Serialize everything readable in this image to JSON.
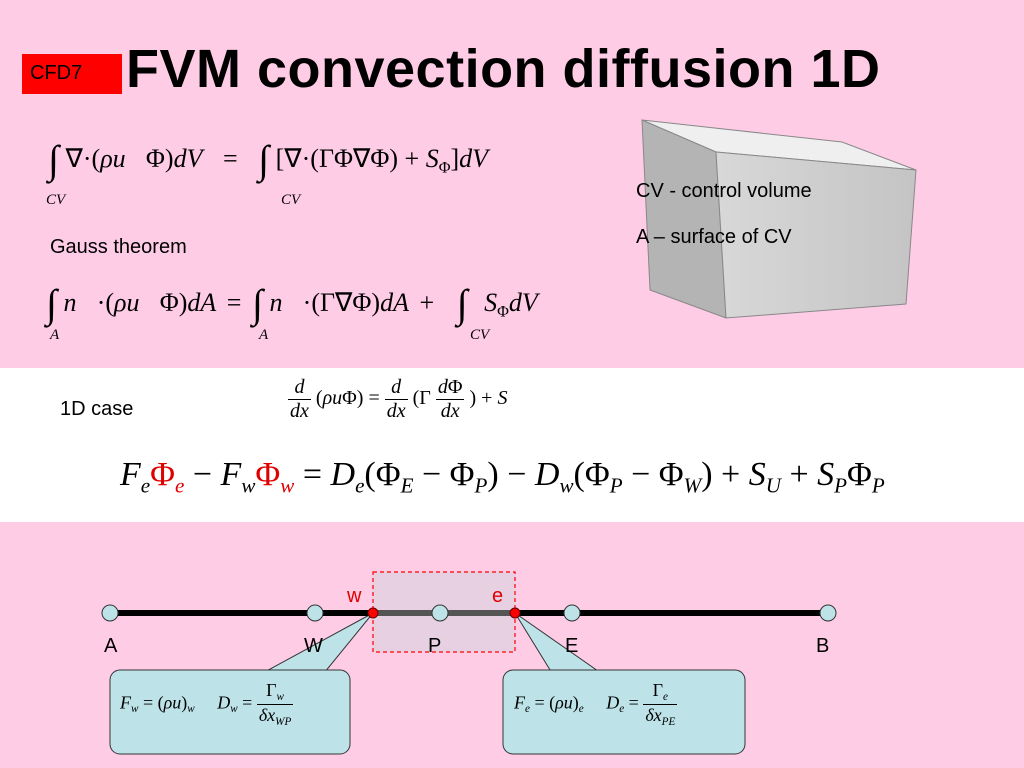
{
  "badge": "CFD7",
  "title": "FVM convection diffusion 1D",
  "labels": {
    "gauss": "Gauss theorem",
    "cv_def": "CV - control volume",
    "a_def": "A – surface of CV",
    "case_1d": "1D case"
  },
  "eq1": {
    "lhs": "∇·(ρu⃗Φ)dV",
    "eqsign": "=",
    "rhs": "[∇·(Γ∇Φ) + SΦ]dV",
    "lim": "CV"
  },
  "eq2": {
    "t1": "n⃗·(ρu⃗Φ)dA",
    "t2": "n⃗·(Γ∇Φ)dA",
    "t3": "SΦdV",
    "limA": "A",
    "limCV": "CV"
  },
  "grid": {
    "nodes": [
      "A",
      "W",
      "P",
      "E",
      "B"
    ],
    "faces": [
      "w",
      "e"
    ]
  },
  "box_w": {
    "F": "Fw = (ρu)w",
    "D": "Dw =",
    "num": "Γw",
    "den": "δxWP"
  },
  "box_e": {
    "F": "Fe = (ρu)e",
    "D": "De =",
    "num": "Γe",
    "den": "δxPE"
  },
  "colors": {
    "accent": "#ff0000",
    "callout": "#bde3e8",
    "panel": "#ffcce6"
  }
}
